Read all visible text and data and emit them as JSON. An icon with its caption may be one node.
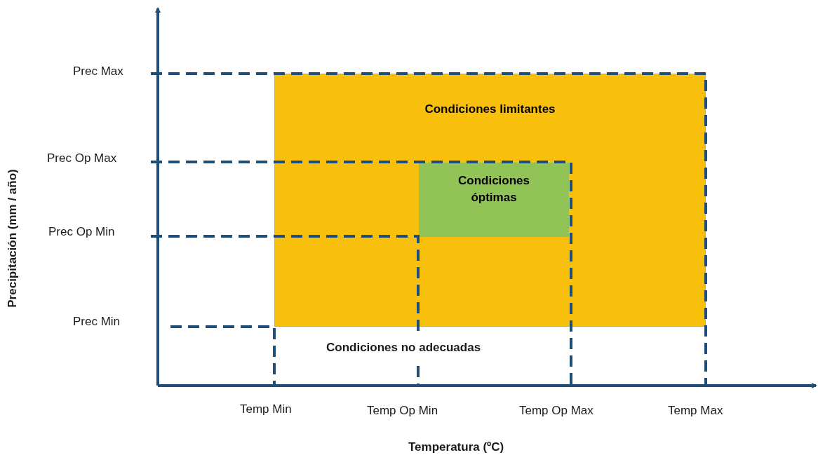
{
  "diagram": {
    "nodes": [
      {
        "text": [
          "Condiciones limitantes"
        ]
      },
      {
        "text": [
          "Condiciones óptimas"
        ],
        "in": 0
      }
    ],
    "labels": [
      "Prec Max",
      "Prec Op Max",
      "Prec Op Min",
      "Precipitación (mm / año)",
      "Prec Min",
      "Condiciones no adecuadas",
      "Temp Min",
      "Temp Op Min",
      "Temp Op Max",
      "Temp Max",
      "Temperatura (ºC)"
    ]
  }
}
